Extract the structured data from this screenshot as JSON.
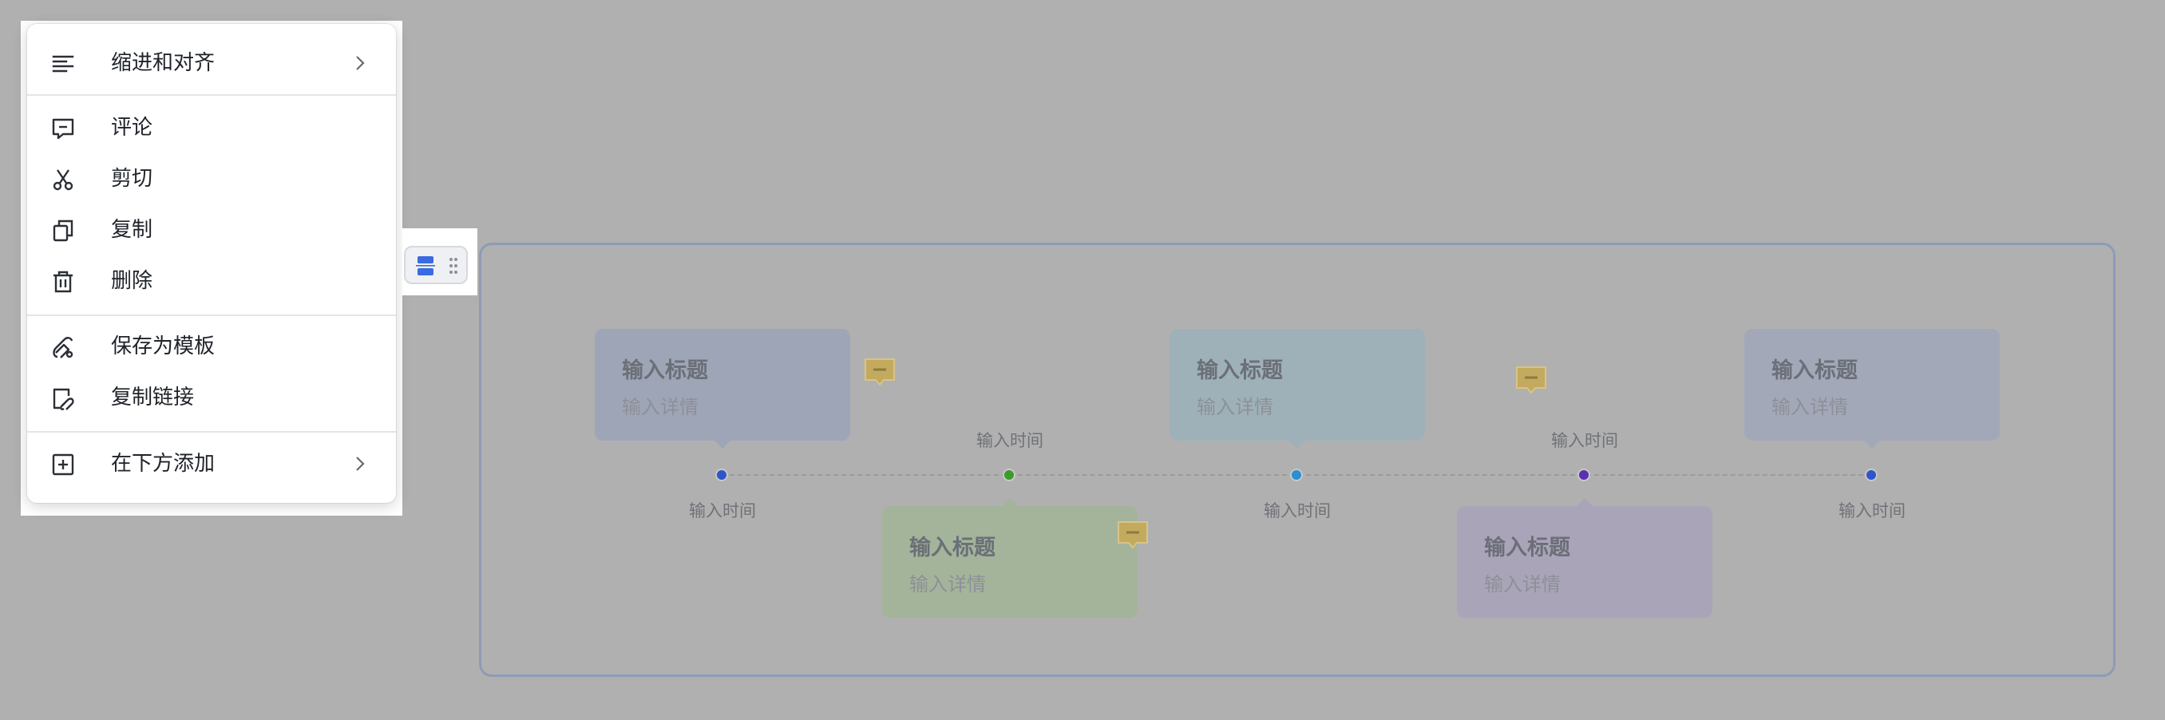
{
  "menu": {
    "items": [
      {
        "label": "缩进和对齐",
        "icon": "align-left-icon",
        "has_submenu": true
      },
      {
        "label": "评论",
        "icon": "comment-icon",
        "has_submenu": false
      },
      {
        "label": "剪切",
        "icon": "scissors-icon",
        "has_submenu": false
      },
      {
        "label": "复制",
        "icon": "copy-icon",
        "has_submenu": false
      },
      {
        "label": "删除",
        "icon": "trash-icon",
        "has_submenu": false
      },
      {
        "label": "保存为模板",
        "icon": "template-icon",
        "has_submenu": false
      },
      {
        "label": "复制链接",
        "icon": "link-icon",
        "has_submenu": false
      },
      {
        "label": "在下方添加",
        "icon": "add-box-icon",
        "has_submenu": true
      }
    ]
  },
  "block_handle": {
    "block_icon": "block-type-icon",
    "drag_icon": "drag-handle-icon"
  },
  "timeline": {
    "nodes": [
      {
        "title": "输入标题",
        "detail": "输入详情",
        "time": "输入时间",
        "color": "#2f55c8",
        "card_color": "#9ea5b6",
        "position": "top",
        "comment_badge": true
      },
      {
        "title": "输入标题",
        "detail": "输入详情",
        "time": "输入时间",
        "color": "#3e9a2e",
        "card_color": "#a3b49a",
        "position": "bottom",
        "comment_badge": true
      },
      {
        "title": "输入标题",
        "detail": "输入详情",
        "time": "输入时间",
        "color": "#2d8ed0",
        "card_color": "#9fb1b8",
        "position": "top",
        "comment_badge": false
      },
      {
        "title": "输入标题",
        "detail": "输入详情",
        "time": "输入时间",
        "color": "#5a2fb0",
        "card_color": "#aaa4b9",
        "position": "bottom",
        "comment_badge": true
      },
      {
        "title": "输入标题",
        "detail": "输入详情",
        "time": "输入时间",
        "color": "#2f55c8",
        "card_color": "#a3a8b9",
        "position": "top",
        "comment_badge": false
      }
    ],
    "badge_color": "#c3aa5e",
    "frame_color": "#8e9bb7"
  }
}
